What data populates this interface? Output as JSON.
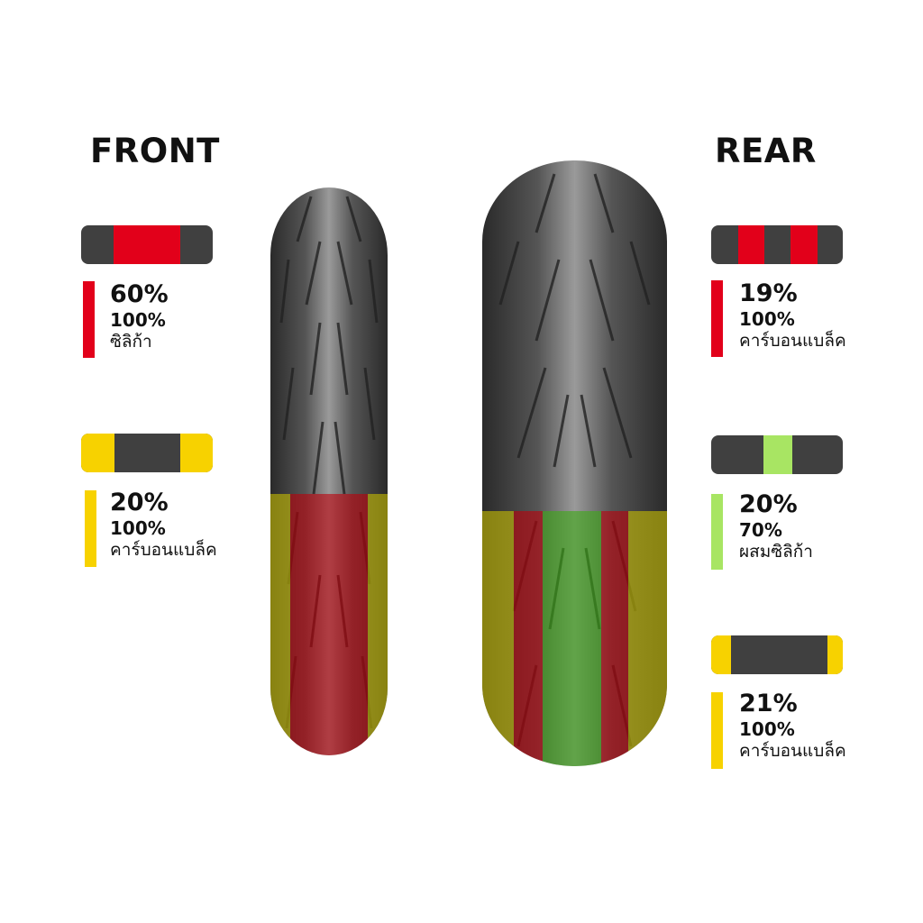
{
  "front": {
    "title": "FRONT",
    "zones": [
      {
        "percent": "60%",
        "compound_percent": "100%",
        "compound": "ซิลิก้า",
        "color": "#e2001a"
      },
      {
        "percent": "20%",
        "compound_percent": "100%",
        "compound": "คาร์บอนแบล็ค",
        "color": "#f7d200"
      }
    ]
  },
  "rear": {
    "title": "REAR",
    "zones": [
      {
        "percent": "19%",
        "compound_percent": "100%",
        "compound": "คาร์บอนแบล็ค",
        "color": "#e2001a"
      },
      {
        "percent": "20%",
        "compound_percent": "70%",
        "compound": "ผสมซิลิก้า",
        "color": "#a8e563"
      },
      {
        "percent": "21%",
        "compound_percent": "100%",
        "compound": "คาร์บอนแบล็ค",
        "color": "#f7d200"
      }
    ]
  }
}
